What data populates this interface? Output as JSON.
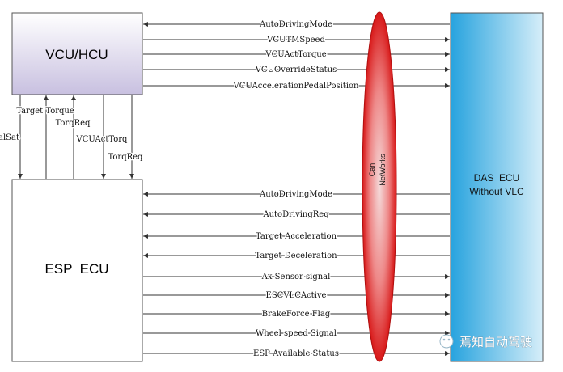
{
  "nodes": {
    "vcu": {
      "label": "VCU/HCU"
    },
    "esp": {
      "label": "ESP  ECU"
    },
    "das": {
      "line1": "DAS  ECU",
      "line2": "Without VLC"
    },
    "can": {
      "line1": "Can",
      "line2": "NetWorks"
    }
  },
  "vertical_links": [
    {
      "label": "VCUAvalSat"
    },
    {
      "label": "Target Torque"
    },
    {
      "label": "TorqReq"
    },
    {
      "label": "VCUActTorq"
    },
    {
      "label": "TorqReq"
    }
  ],
  "vcu_das_links": [
    {
      "label": "AutoDrivingMode",
      "direction": "to-vcu"
    },
    {
      "label": "VCUTMSpeed",
      "direction": "to-das"
    },
    {
      "label": "VCUActTorque",
      "direction": "to-das"
    },
    {
      "label": "VCUOverrideStatus",
      "direction": "to-das"
    },
    {
      "label": "VCUAccelerationPedalPosition",
      "direction": "to-das"
    }
  ],
  "esp_das_links": [
    {
      "label": "AutoDrivingMode",
      "direction": "to-esp"
    },
    {
      "label": "AutoDrivingReq",
      "direction": "to-esp"
    },
    {
      "label": "Target Acceleration",
      "direction": "to-esp"
    },
    {
      "label": "Target Deceleration",
      "direction": "to-esp"
    },
    {
      "label": "Ax Sensor signal",
      "direction": "to-das"
    },
    {
      "label": "ESCVLCActive",
      "direction": "to-das"
    },
    {
      "label": "BrakeForce Flag",
      "direction": "to-das"
    },
    {
      "label": "Wheel speed Signal",
      "direction": "to-das"
    },
    {
      "label": "ESP Available Status",
      "direction": "to-das"
    }
  ],
  "watermark": {
    "text": "焉知自动驾驶"
  },
  "colors": {
    "vcu_fill_top": "#ffffff",
    "vcu_fill_bottom": "#c8c0e0",
    "esp_fill": "#ffffff",
    "das_fill_left": "#27a3de",
    "das_fill_right": "#d6eef9",
    "can_fill_center": "#f4dada",
    "can_fill_edge": "#d81818",
    "line": "#333333"
  }
}
